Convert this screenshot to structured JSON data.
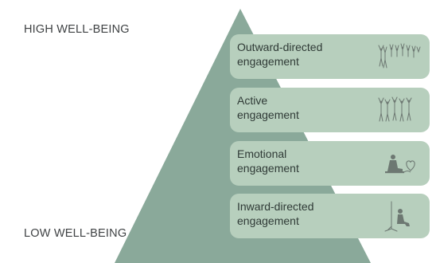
{
  "pole_labels": {
    "high": "HIGH WELL-BEING",
    "low": "LOW WELL-BEING"
  },
  "tiers": [
    {
      "label_line1": "Outward-directed",
      "label_line2": "engagement",
      "icon": "crowd-raising-hands-icon"
    },
    {
      "label_line1": "Active",
      "label_line2": "engagement",
      "icon": "people-cheering-icon"
    },
    {
      "label_line1": "Emotional",
      "label_line2": "engagement",
      "icon": "person-with-heart-icon"
    },
    {
      "label_line1": "Inward-directed",
      "label_line2": "engagement",
      "icon": "person-sitting-under-tree-icon"
    }
  ],
  "colors": {
    "pyramid": "#8aa99a",
    "tier_fill": "#b7cfbd",
    "icon_stroke": "#6d7872",
    "text": "#2f3a36",
    "pole_text": "#3f4244"
  }
}
